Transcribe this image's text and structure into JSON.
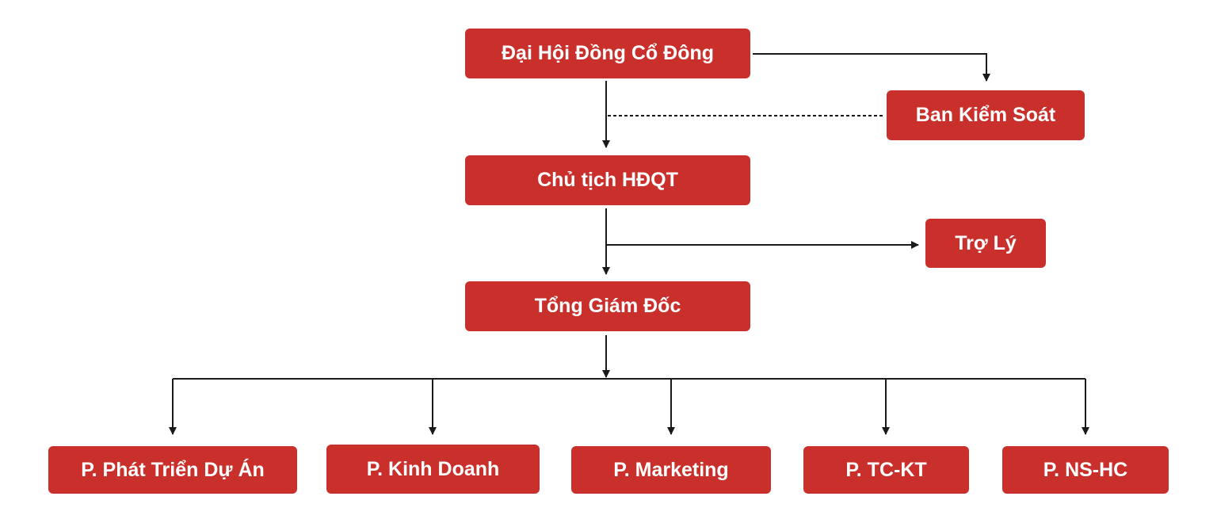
{
  "colors": {
    "box_fill": "#c9302c",
    "box_text": "#ffffff",
    "connector": "#1a1a1a"
  },
  "nodes": {
    "shareholders_meeting": "Đại Hội Đồng Cổ Đông",
    "supervisory_board": "Ban Kiểm Soát",
    "board_chairman": "Chủ tịch HĐQT",
    "assistant": "Trợ Lý",
    "general_director": "Tổng Giám Đốc",
    "departments": [
      "P. Phát Triển Dự Án",
      "P. Kinh Doanh",
      "P. Marketing",
      "P. TC-KT",
      "P. NS-HC"
    ]
  },
  "edges": [
    {
      "from": "shareholders_meeting",
      "to": "supervisory_board",
      "style": "solid"
    },
    {
      "from": "shareholders_meeting",
      "to": "board_chairman",
      "style": "solid"
    },
    {
      "from": "supervisory_board",
      "to": "board_chairman",
      "style": "dashed"
    },
    {
      "from": "board_chairman",
      "to": "assistant",
      "style": "solid"
    },
    {
      "from": "board_chairman",
      "to": "general_director",
      "style": "solid"
    },
    {
      "from": "general_director",
      "to": "departments",
      "style": "solid"
    }
  ]
}
